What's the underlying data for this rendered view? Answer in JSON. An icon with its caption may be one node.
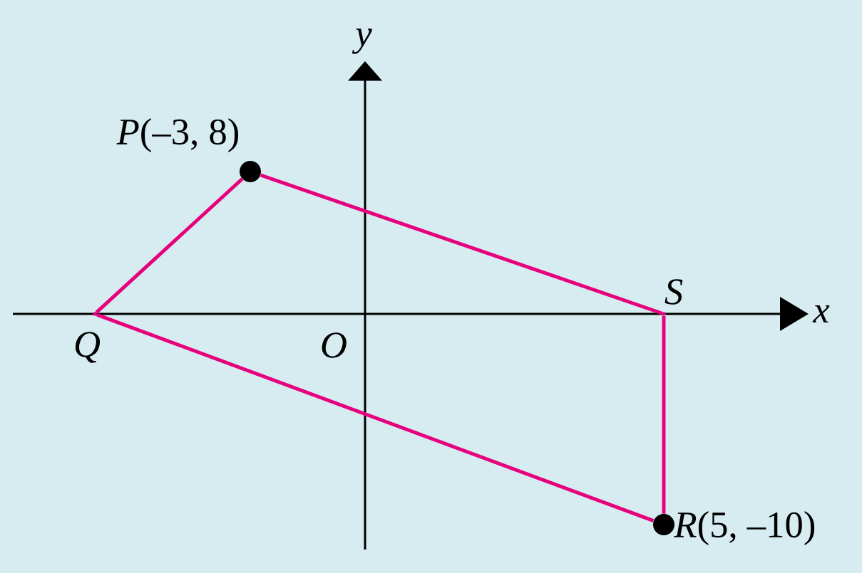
{
  "diagram": {
    "nodes": [
      {
        "text": [],
        "shape": "circle",
        "beside": [
          "*P*(–3, 8)"
        ]
      },
      {
        "text": [],
        "shape": "point",
        "beside": [
          "*Q*"
        ]
      },
      {
        "text": [],
        "shape": "circle",
        "beside": [
          "*R*(5, –10)"
        ]
      },
      {
        "text": [],
        "shape": "point",
        "beside": [
          "*S*"
        ]
      }
    ],
    "edges": [
      {
        "from": 0,
        "to": 3,
        "arrow": "none",
        "color": "#e6007e"
      },
      {
        "from": 3,
        "to": 2,
        "arrow": "none",
        "color": "#e6007e"
      },
      {
        "from": 2,
        "to": 1,
        "arrow": "none",
        "color": "#e6007e"
      },
      {
        "from": 1,
        "to": 0,
        "arrow": "none",
        "color": "#e6007e"
      }
    ],
    "labels": [
      "*y*",
      "*x*",
      "*O*"
    ]
  }
}
